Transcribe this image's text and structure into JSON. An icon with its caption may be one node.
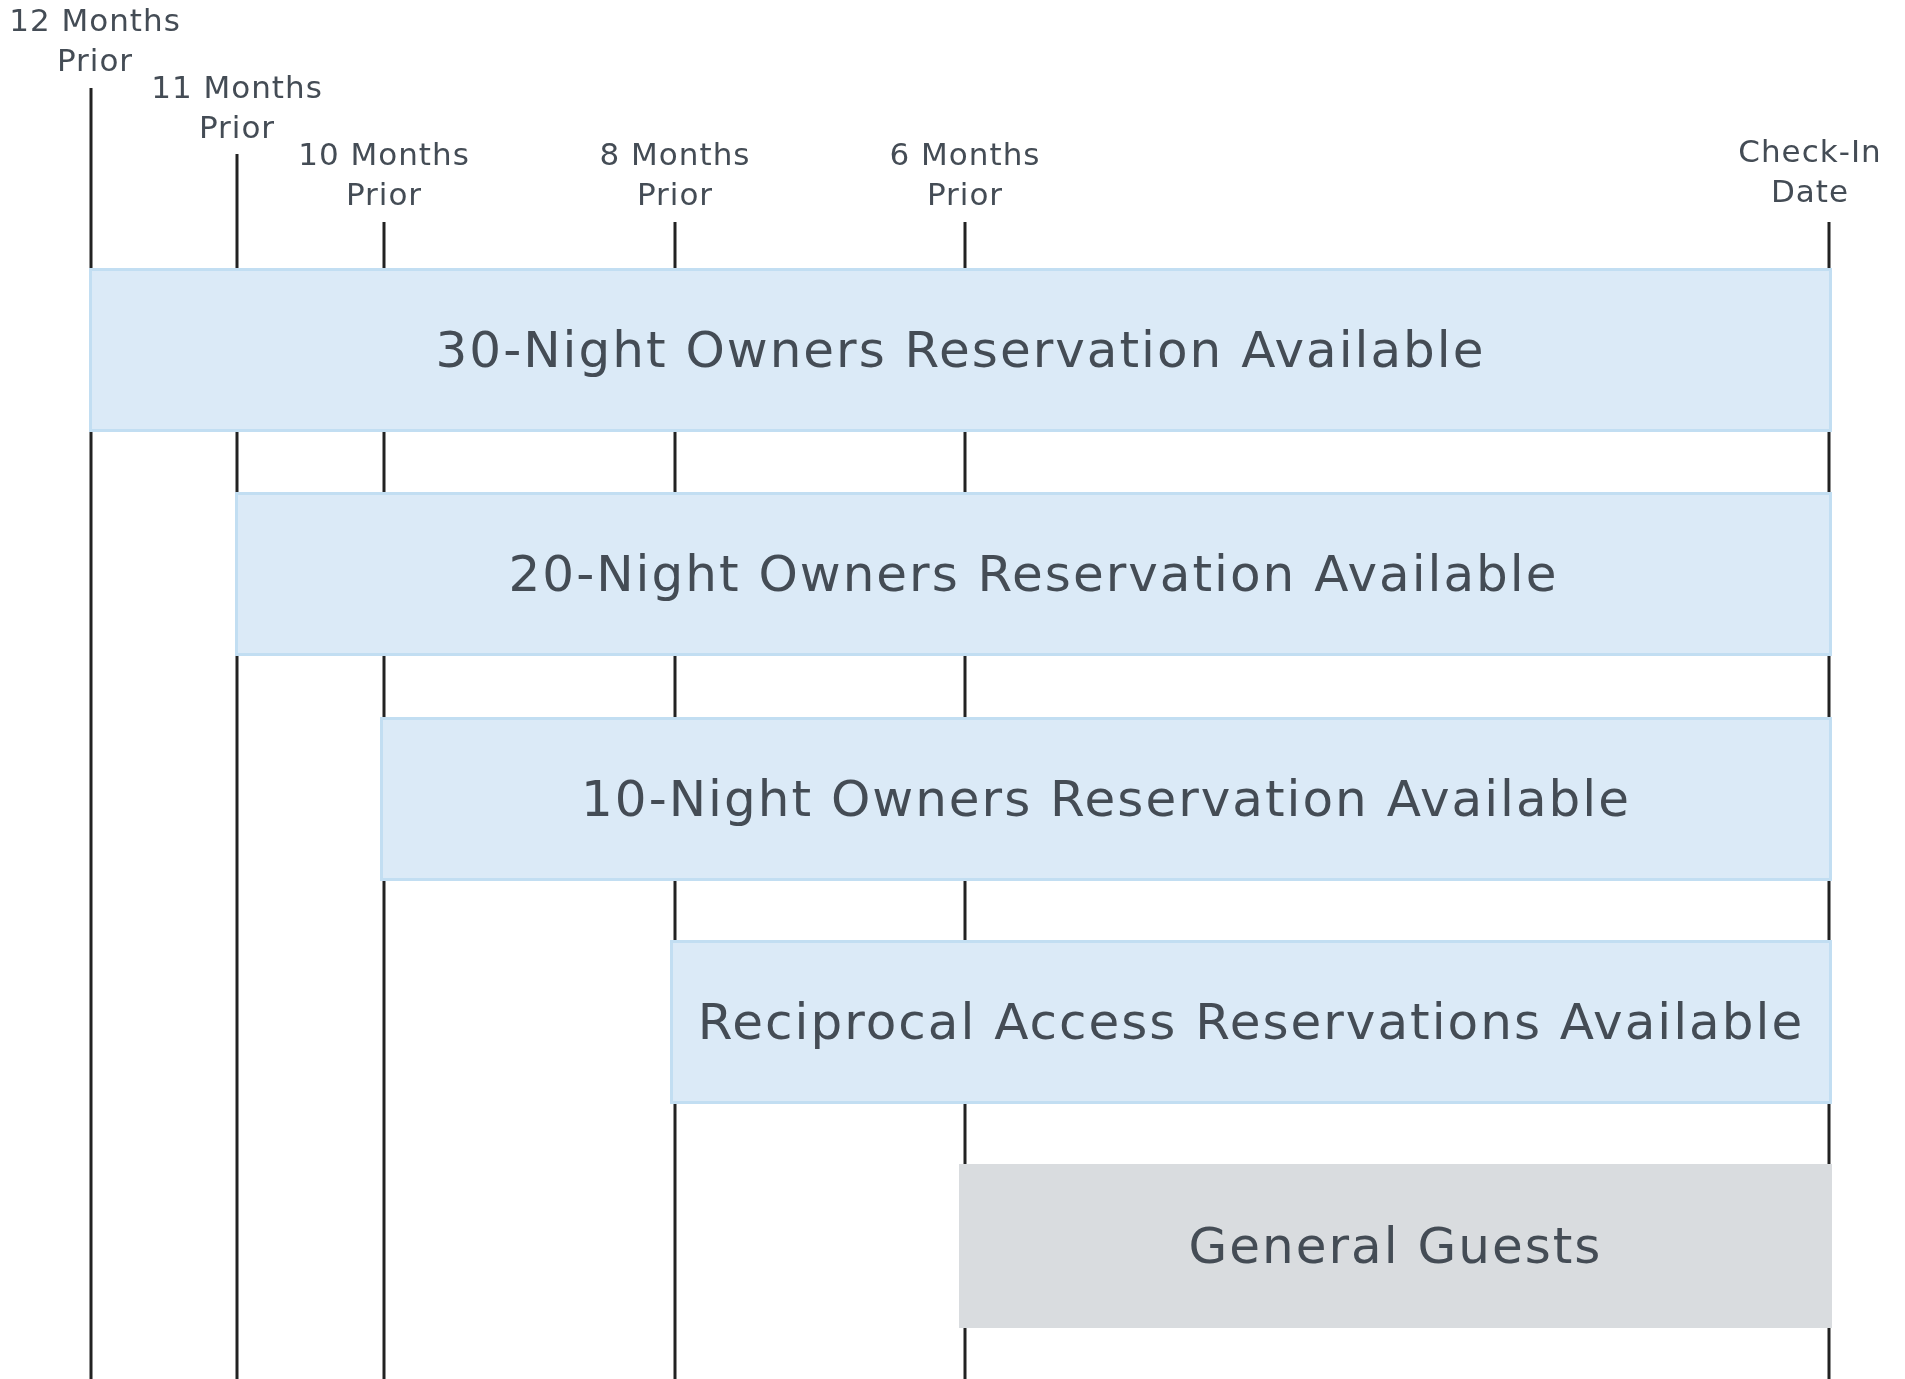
{
  "diagram": {
    "nodes": [
      {
        "text": [
          "30-Night Owners Reservation Available"
        ]
      },
      {
        "text": [
          "20-Night Owners Reservation Available"
        ]
      },
      {
        "text": [
          "10-Night Owners Reservation Available"
        ]
      },
      {
        "text": [
          "Reciprocal Access Reservations Available"
        ]
      },
      {
        "text": [
          "General Guests"
        ]
      }
    ],
    "labels": [
      "12 Months Prior",
      "11 Months Prior",
      "10 Months Prior",
      "8 Months Prior",
      "6 Months Prior",
      "Check-In Date"
    ]
  }
}
